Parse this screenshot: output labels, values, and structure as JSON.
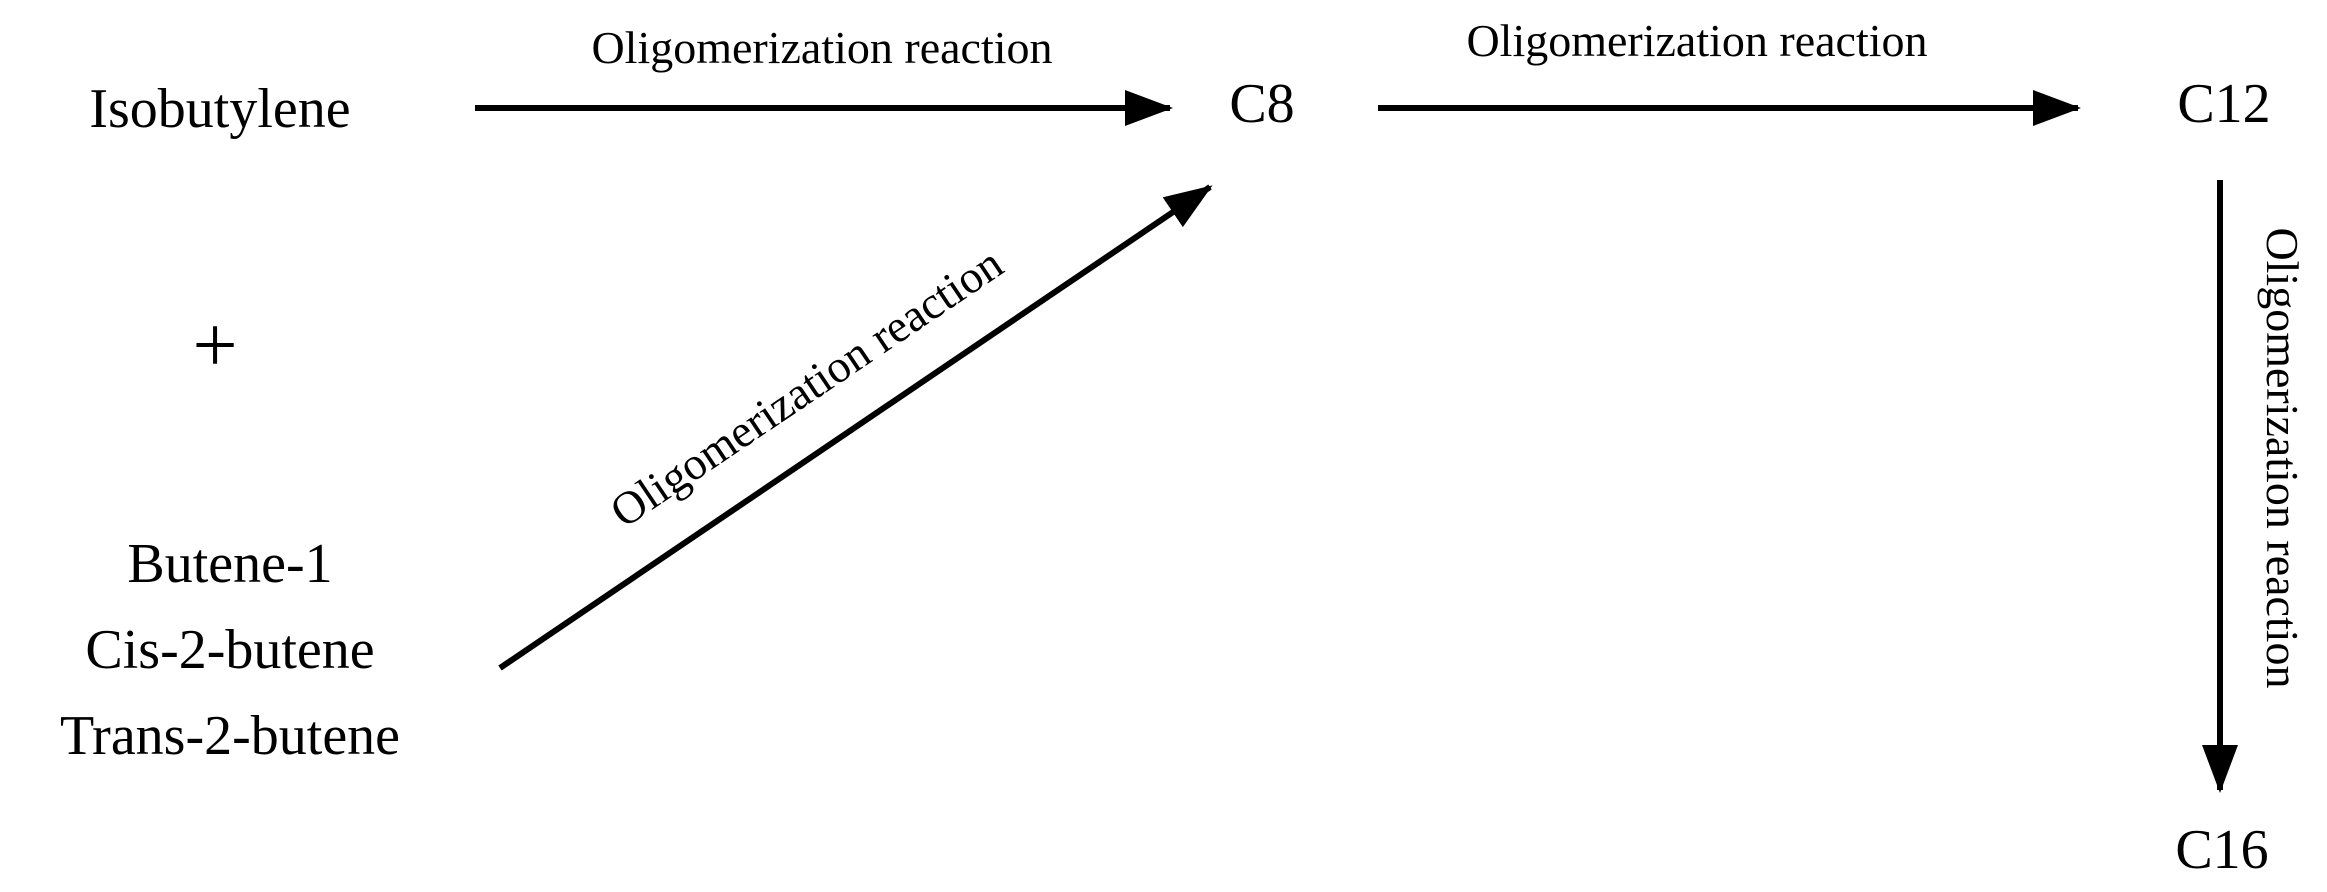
{
  "nodes": {
    "isobutylene": "Isobutylene",
    "plus": "+",
    "butenes": [
      "Butene-1",
      "Cis-2-butene",
      "Trans-2-butene"
    ],
    "c8": "C8",
    "c12": "C12",
    "c16": "C16"
  },
  "edges": {
    "isobutylene_to_c8": "Oligomerization reaction",
    "butenes_to_c8": "Oligomerization reaction",
    "c8_to_c12": "Oligomerization reaction",
    "c12_to_c16": "Oligomerization reaction"
  },
  "colors": {
    "ink": "#000000",
    "background": "#ffffff"
  }
}
